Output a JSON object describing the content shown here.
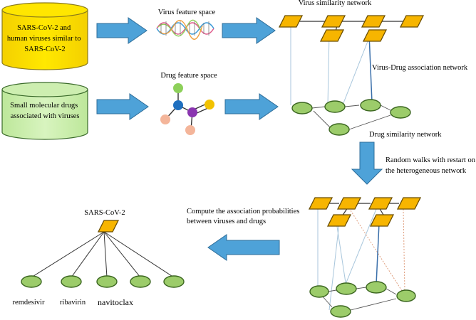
{
  "sources": {
    "virus_db": [
      "SARS-CoV-2 and",
      "human viruses similar to",
      "SARS-CoV-2"
    ],
    "drug_db": [
      "Small molecular drugs",
      "associated with viruses"
    ]
  },
  "feature_spaces": {
    "virus": "Virus feature space",
    "drug": "Drug feature space"
  },
  "networks": {
    "virus_similarity": "Virus similarity network",
    "virus_drug_association": "Virus-Drug association network",
    "drug_similarity": "Drug similarity network"
  },
  "steps": {
    "random_walk": [
      "Random walks with restart on",
      "the heterogeneous network"
    ],
    "compute": [
      "Compute the association probabilities",
      "between viruses and drugs"
    ]
  },
  "result": {
    "virus": "SARS-CoV-2",
    "drugs": [
      "remdesivir",
      "ribavirin",
      "navitoclax"
    ]
  },
  "colors": {
    "virus_node": "#f7b500",
    "drug_node": "#9ccc6a",
    "arrow": "#4ea2d8",
    "db_yellow": "#ffe000",
    "db_green": "#c8eea6"
  }
}
